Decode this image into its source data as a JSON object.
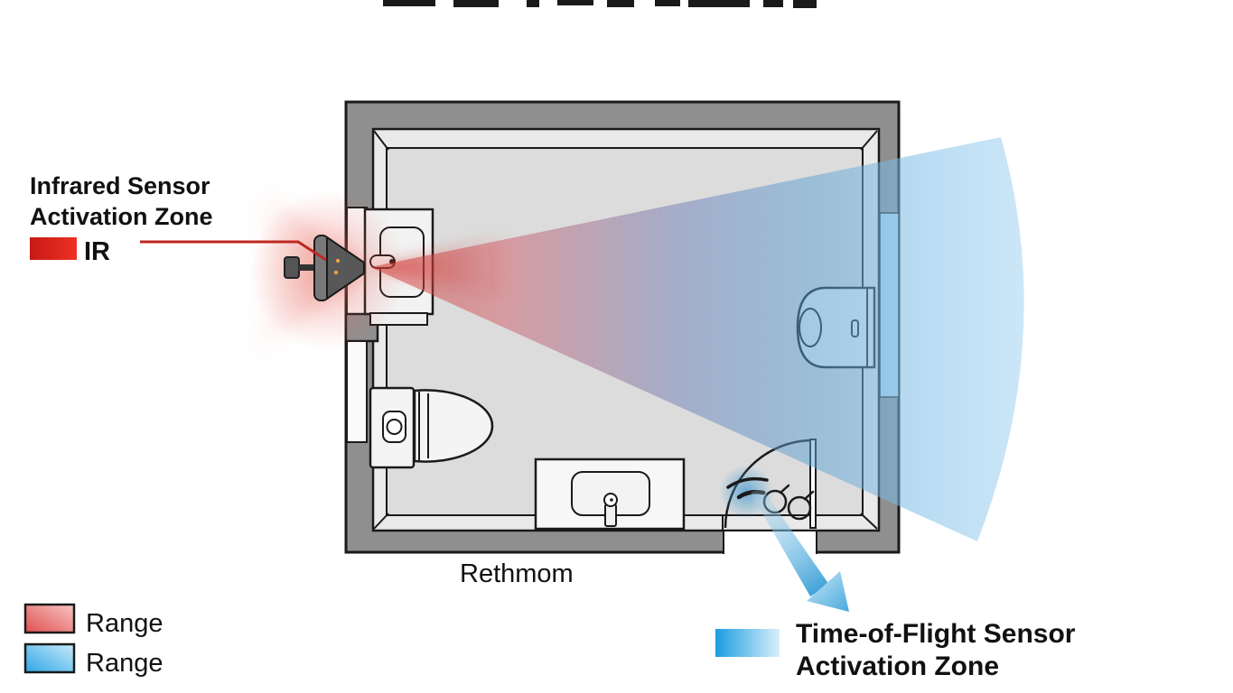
{
  "labels": {
    "infrared": {
      "line1": "Infrared Sensor",
      "line2": "Activation Zone",
      "tag": "IR"
    },
    "tof": {
      "line1": "Time-of-Flight Sensor",
      "line2": "Activation Zone"
    },
    "room": "Rethmom",
    "legend": {
      "red_label": "Range",
      "blue_label": "Range"
    }
  },
  "colors": {
    "ir_red": "#d42420",
    "pointer_line_red": "#bf2720",
    "tof_blue": "#2aa2e2",
    "wall_gray": "#8f8f8f",
    "floor_gray": "#dcdcdc",
    "inner_band_gray": "#e9e9e9",
    "outline": "#1a1a1a",
    "wall_panel_blue": "#b9dcf0"
  }
}
